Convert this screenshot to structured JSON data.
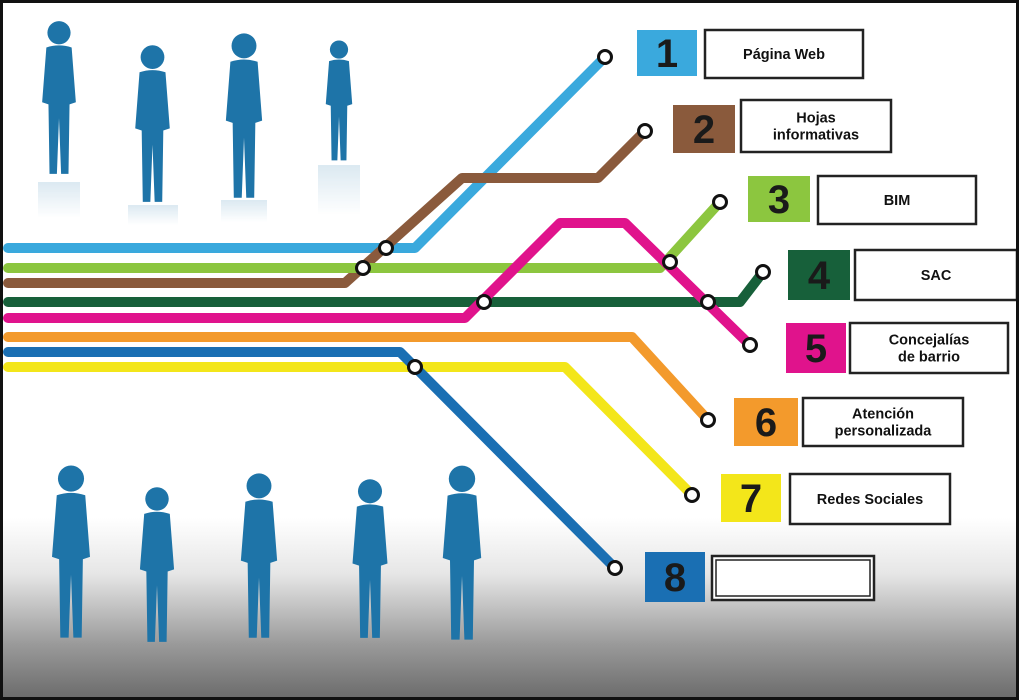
{
  "title": "",
  "colors": {
    "line1": "#3aa9dd",
    "line2": "#8a5a3c",
    "line3": "#8cc63f",
    "line4": "#17603a",
    "line5": "#e0138c",
    "line6": "#f39a2c",
    "line7": "#f3e61a",
    "line8": "#1a6fb3",
    "silhouette": "#1e74a8"
  },
  "channels": [
    {
      "number": "1",
      "label": "Página Web"
    },
    {
      "number": "2",
      "label": "Hojas\ninformativas"
    },
    {
      "number": "3",
      "label": "BIM"
    },
    {
      "number": "4",
      "label": "SAC"
    },
    {
      "number": "5",
      "label": "Concejalías\nde barrio"
    },
    {
      "number": "6",
      "label": "Atención\npersonalizada"
    },
    {
      "number": "7",
      "label": "Redes Sociales"
    },
    {
      "number": "8",
      "label": ""
    }
  ],
  "icons": [
    "people-silhouettes-icon"
  ]
}
